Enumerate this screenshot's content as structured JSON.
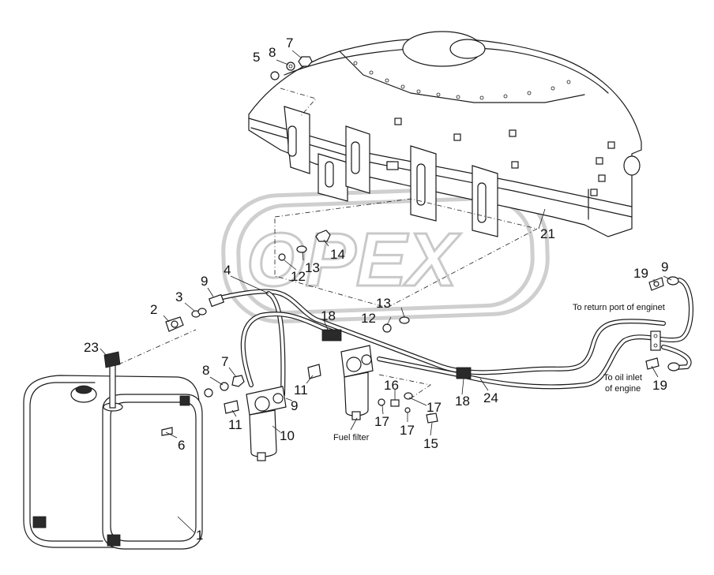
{
  "watermark": {
    "text": "OPEX"
  },
  "labels": {
    "fuel_filter": "Fuel filter",
    "return_port": "To return port of enginet",
    "oil_inlet_line1": "To oil inlet",
    "oil_inlet_line2": "of engine"
  },
  "callouts": [
    "1",
    "2",
    "3",
    "4",
    "5",
    "6",
    "7",
    "7",
    "8",
    "8",
    "9",
    "9",
    "9",
    "10",
    "11",
    "11",
    "12",
    "12",
    "13",
    "13",
    "14",
    "15",
    "16",
    "17",
    "17",
    "17",
    "18",
    "18",
    "19",
    "19",
    "21",
    "23",
    "24"
  ]
}
